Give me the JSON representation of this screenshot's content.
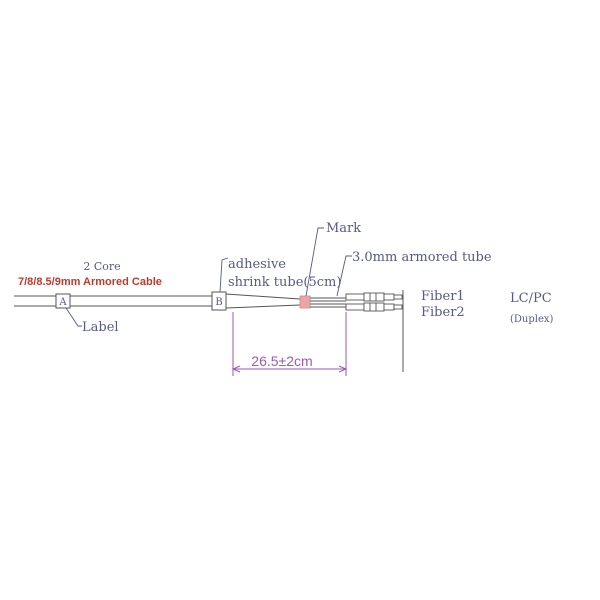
{
  "labels": {
    "core": "2 Core",
    "cable": "7/8/8.5/9mm Armored Cable",
    "label": "Label",
    "adhesive_line1": "adhesive",
    "adhesive_line2": "shrink tube(5cm)",
    "mark": "Mark",
    "armored_tube": "3.0mm armored tube",
    "fiber1": "Fiber1",
    "fiber2": "Fiber2",
    "connector": "LC/PC",
    "duplex": "(Duplex)",
    "dimension": "26.5±2cm",
    "tag_a": "A",
    "tag_b": "B"
  },
  "colors": {
    "line": "#555555",
    "cable_text": "#c0392b",
    "annotation": "#555a8a",
    "dimension": "#9b59b6",
    "mark": "#e8a6a6"
  }
}
